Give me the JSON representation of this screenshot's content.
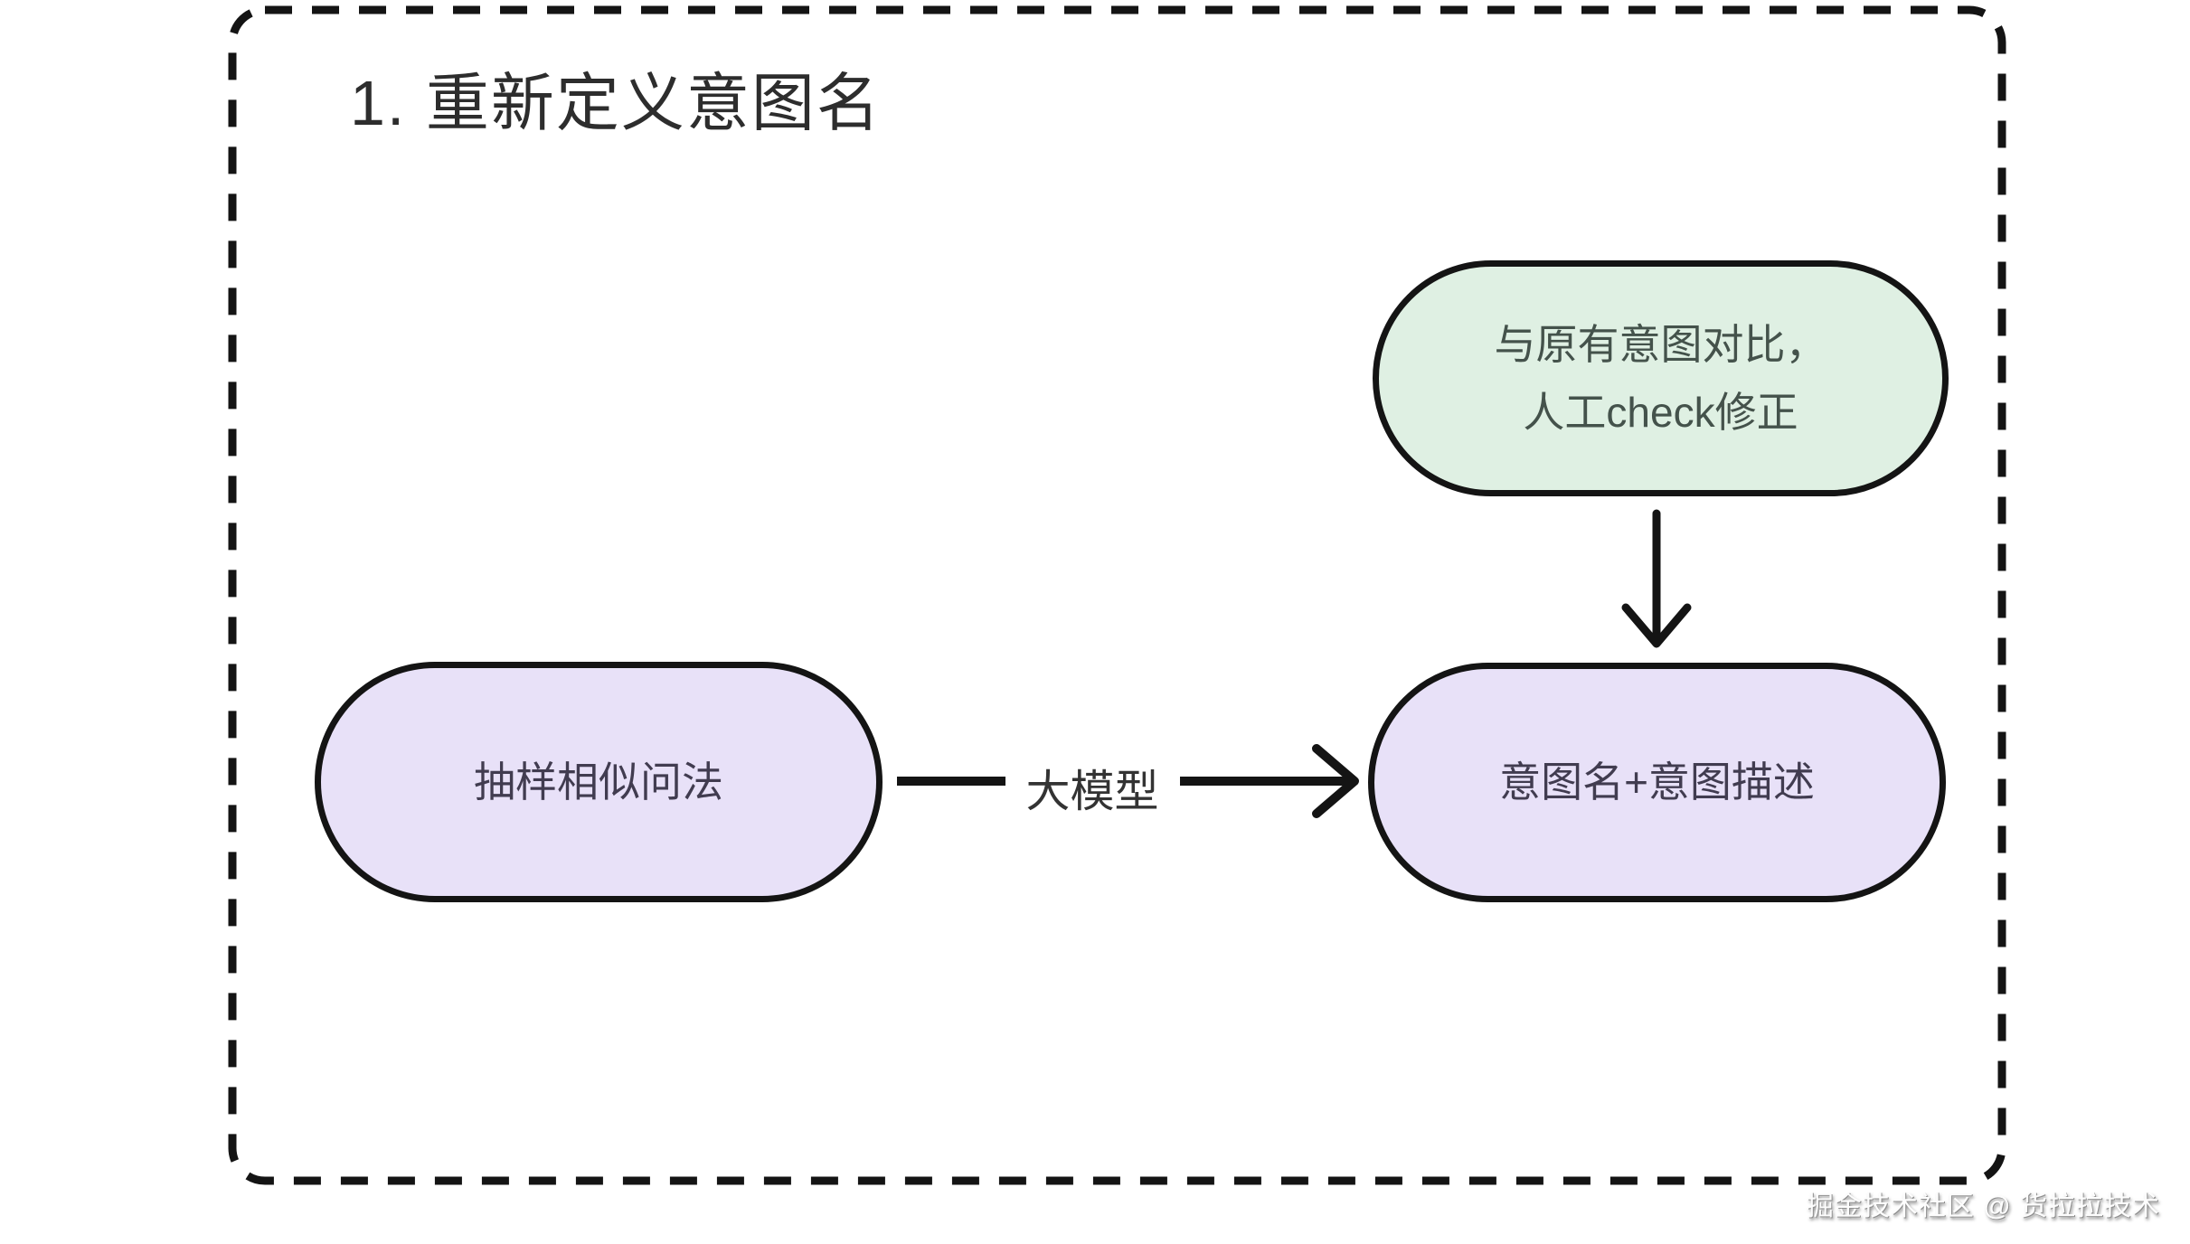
{
  "diagram": {
    "title": "1. 重新定义意图名",
    "nodes": {
      "compare_check": {
        "line1": "与原有意图对比，",
        "line2": "人工check修正",
        "fill": "#dff0e3"
      },
      "sample_questions": {
        "label": "抽样相似问法",
        "fill": "#e8e1f8"
      },
      "intent_output": {
        "label": "意图名+意图描述",
        "fill": "#e8e1f8"
      }
    },
    "edge_labels": {
      "llm": "大模型"
    }
  },
  "watermark": "掘金技术社区 @ 货拉拉技术",
  "colors": {
    "background": "#ffffff",
    "outline": "#141414",
    "node_green": "#dff0e3",
    "node_purple": "#e8e1f8",
    "title_text": "#2d2d2d",
    "watermark_text": "#fdfdfd"
  }
}
